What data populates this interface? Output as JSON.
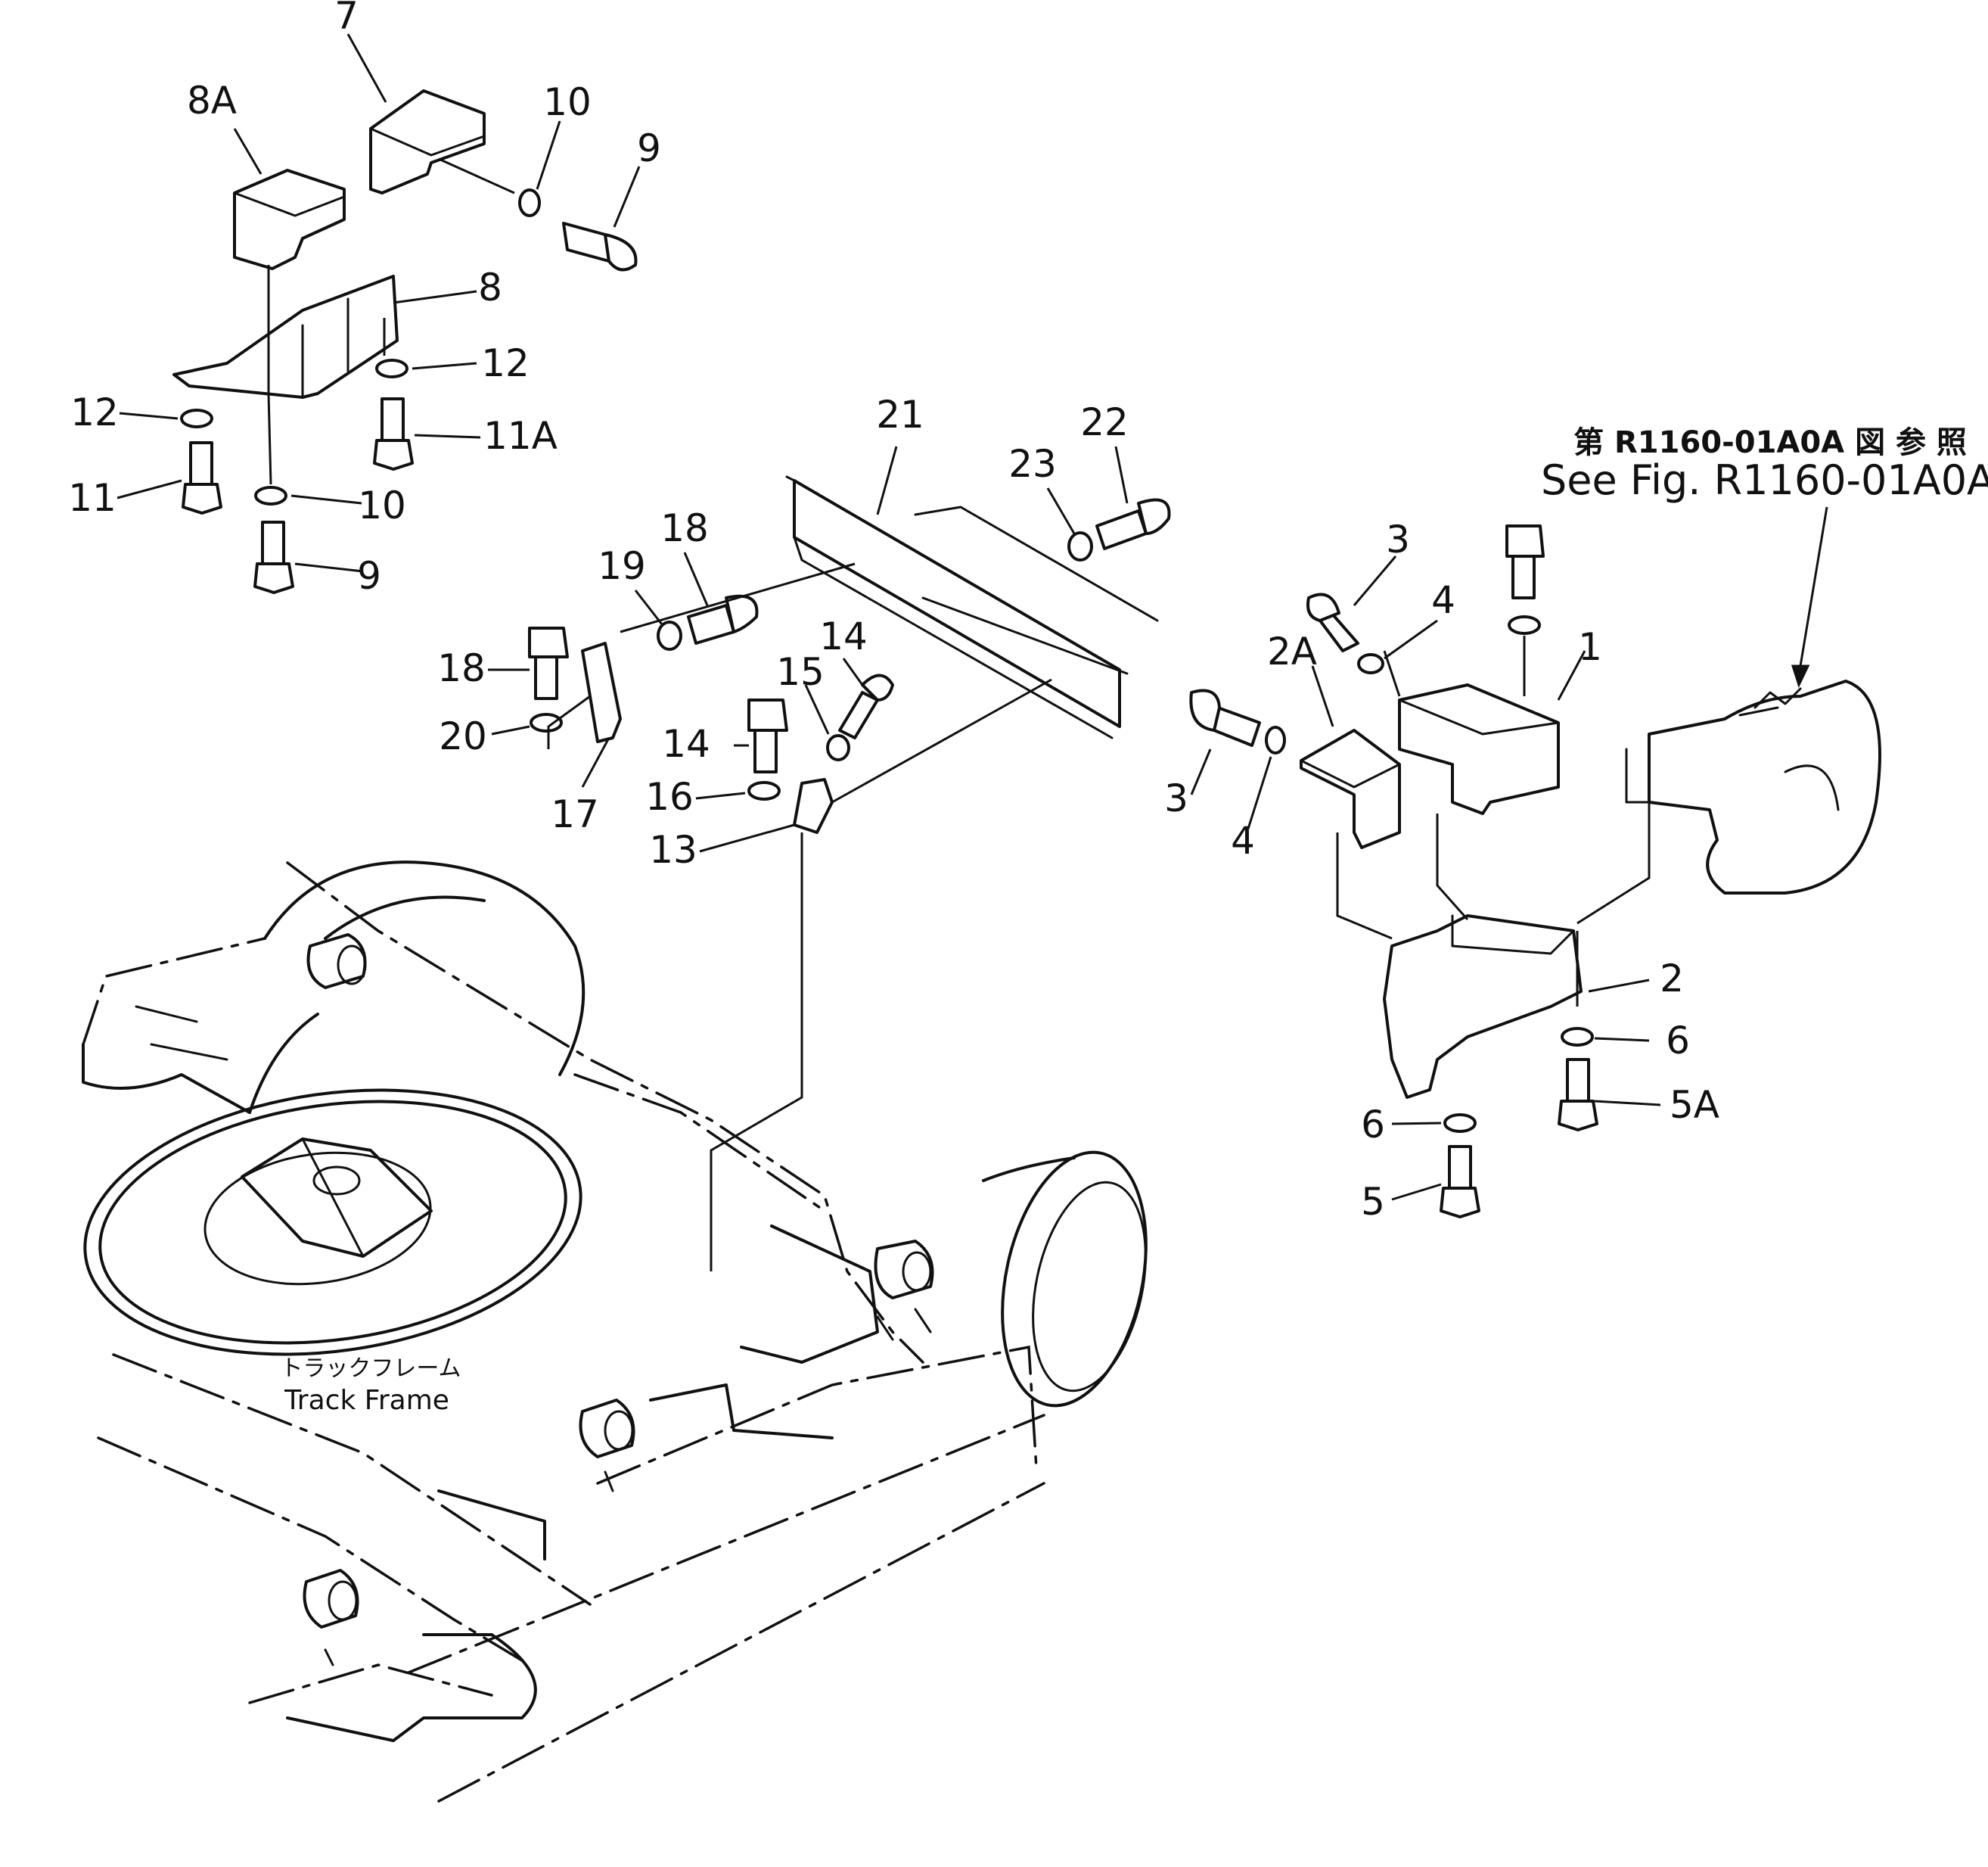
{
  "labels": {
    "p7": "7",
    "p8a": "8A",
    "p10a": "10",
    "p9a": "9",
    "p8": "8",
    "p12a": "12",
    "p12b": "12",
    "p11a": "11A",
    "p11": "11",
    "p10b": "10",
    "p9b": "9",
    "p21": "21",
    "p22": "22",
    "p23": "23",
    "p18a": "18",
    "p19": "19",
    "p18b": "18",
    "p20": "20",
    "p17": "17",
    "p14a": "14",
    "p15": "15",
    "p14b": "14",
    "p16": "16",
    "p13": "13",
    "p3a": "3",
    "p4a": "4",
    "p2a": "2A",
    "p1": "1",
    "p3b": "3",
    "p4b": "4",
    "p2": "2",
    "p6a": "6",
    "p5a": "5A",
    "p6b": "6",
    "p5": "5"
  },
  "reference": {
    "jp": "第 R1160-01A0A 図 参 照",
    "en": "See Fig. R1160-01A0A"
  },
  "track_frame": {
    "jp": "トラックフレーム",
    "en": "Track  Frame"
  }
}
